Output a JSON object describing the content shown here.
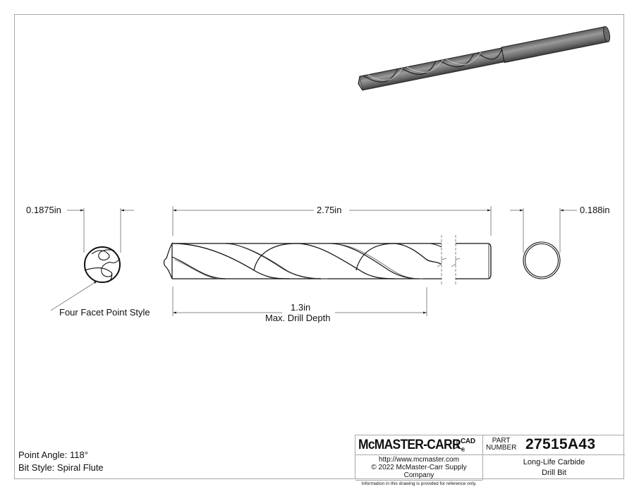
{
  "drawing": {
    "dimensions": {
      "end_view_diameter": "0.1875in",
      "overall_length": "2.75in",
      "shank_diameter": "0.188in",
      "max_drill_depth_value": "1.3in",
      "max_drill_depth_label": "Max. Drill Depth"
    },
    "callouts": {
      "point_style": "Four Facet Point Style"
    },
    "notes": [
      "Point Angle: 118°",
      "Bit Style: Spiral Flute"
    ]
  },
  "title_block": {
    "brand": "McMASTER-CARR",
    "brand_reg": "®",
    "cad_mark": "CAD",
    "url": "http://www.mcmaster.com",
    "copyright": "© 2022 McMaster-Carr Supply Company",
    "disclaimer": "Information in this drawing is provided for reference only.",
    "part_label_line1": "PART",
    "part_label_line2": "NUMBER",
    "part_number": "27515A43",
    "description_line1": "Long-Life Carbide",
    "description_line2": "Drill Bit"
  },
  "colors": {
    "border": "#a9a9a9",
    "line": "#111111",
    "dim_line": "#8a8a8a"
  }
}
